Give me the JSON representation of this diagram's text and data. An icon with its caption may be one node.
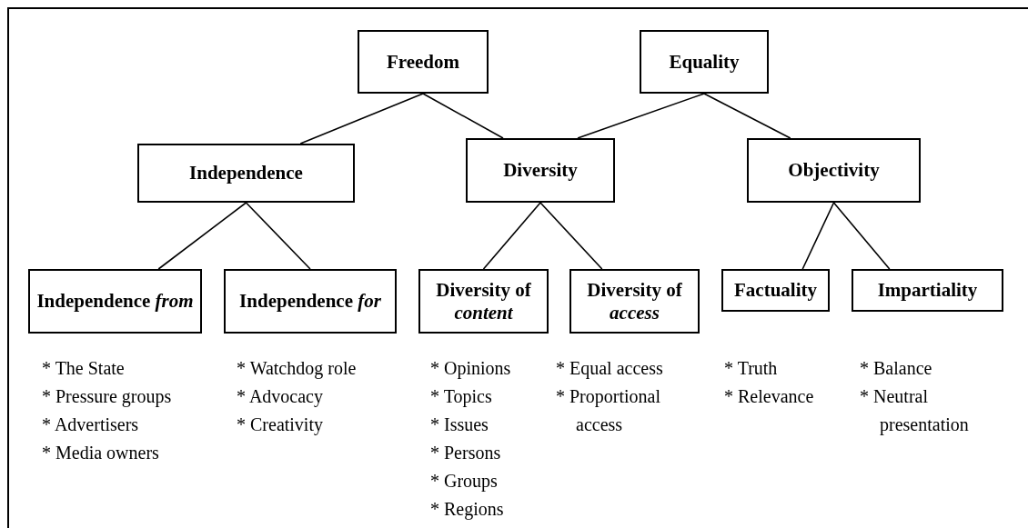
{
  "diagram": {
    "nodes": [
      {
        "text": [
          "Freedom"
        ]
      },
      {
        "text": [
          "Equality"
        ]
      },
      {
        "text": [
          "Independence"
        ]
      },
      {
        "text": [
          "Diversity"
        ]
      },
      {
        "text": [
          "Objectivity"
        ]
      },
      {
        "text": [
          "Independence *from*"
        ],
        "beside": [
          "* The State",
          "* Pressure groups",
          "* Advertisers",
          "* Media owners"
        ]
      },
      {
        "text": [
          "Independence *for*"
        ],
        "beside": [
          "* Watchdog role",
          "* Advocacy",
          "* Creativity"
        ]
      },
      {
        "text": [
          "Diversity of *content*"
        ],
        "beside": [
          "* Opinions",
          "* Topics",
          "* Issues",
          "* Persons",
          "* Groups",
          "* Regions"
        ]
      },
      {
        "text": [
          "Diversity of *access*"
        ],
        "beside": [
          "* Equal access",
          "* Proportional access"
        ]
      },
      {
        "text": [
          "Factuality"
        ],
        "beside": [
          "* Truth",
          "* Relevance"
        ]
      },
      {
        "text": [
          "Impartiality"
        ],
        "beside": [
          "* Balance",
          "* Neutral presentation"
        ]
      }
    ],
    "edges": [
      {
        "from": 0,
        "to": 2,
        "arrow": "none"
      },
      {
        "from": 0,
        "to": 3,
        "arrow": "none"
      },
      {
        "from": 1,
        "to": 3,
        "arrow": "none"
      },
      {
        "from": 1,
        "to": 4,
        "arrow": "none"
      },
      {
        "from": 2,
        "to": 5,
        "arrow": "none"
      },
      {
        "from": 2,
        "to": 6,
        "arrow": "none"
      },
      {
        "from": 3,
        "to": 7,
        "arrow": "none"
      },
      {
        "from": 3,
        "to": 8,
        "arrow": "none"
      },
      {
        "from": 4,
        "to": 9,
        "arrow": "none"
      },
      {
        "from": 4,
        "to": 10,
        "arrow": "none"
      }
    ]
  }
}
